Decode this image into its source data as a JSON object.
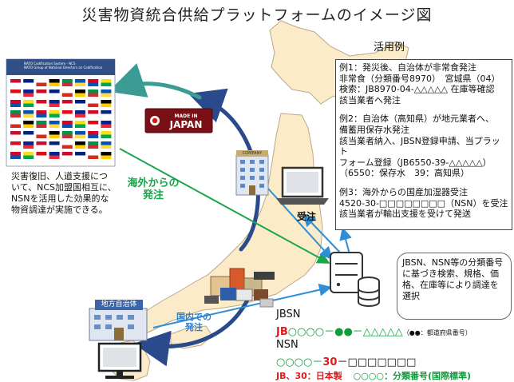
{
  "title": "災害物資統合供給プラットフォームのイメージ図",
  "usage": {
    "heading": "活用例",
    "examples": [
      "例1：発災後、自治体が非常食発注\n非常食（分類番号8970）　宮城県（04）\n検索：JB8970-04-△△△△△ 在庫等確認\n該当業者へ発注",
      "例2：自治体（高知県）が地元業者へ、\n備蓄用保存水発注\n該当業者納入、JBSN登録申請、当プラット\nフォーム登録（JB6550-39-△△△△△）\n（6550：保存水　39：高知県）",
      "例3：海外からの国産加湿器受注\n4520-30-□□□□□□□□（NSN）を受注\n該当業者が輸出支援を受けて発送"
    ]
  },
  "nato_panel": {
    "title": "NATO Codification System - NCS",
    "subtitle": "NATO Group of National Directors on Codification"
  },
  "made_in_japan": {
    "line1": "MADE IN",
    "line2": "JAPAN"
  },
  "company_sign": "COMPANY",
  "intl_note": "災害復旧、人道支援につ\nいて、NCS加盟国相互に、\nNSNを活用した効果的な\n物資調達が実施できる。",
  "label_overseas": "海外からの\n発注",
  "label_domestic": "国内での\n発注",
  "label_order_received": "受注",
  "local_gov_sign": "地方自治体",
  "bubble_text": "JBSN、NSN等の分類番号に基づき検索、規格、価格、在庫等により調達を選択",
  "codes": {
    "jbsn_label": "JBSN",
    "jbsn_prefix": "JB",
    "jbsn_body": "○○○○－●●－△△△△△",
    "jbsn_note": "（●●：都道府県番号）",
    "nsn_label": "NSN",
    "nsn_part1": "○○○○－",
    "nsn_part2": "30",
    "nsn_part3": "－□□□□□□□",
    "legend_red": "JB、30：日本製",
    "legend_green": "○○○○：分類番号(国際標準)"
  },
  "colors": {
    "map_fill": "#fcebc8",
    "map_stroke": "#b9a98a",
    "green_arrow": "#1aa64e",
    "teal_arrow": "#3d9b96",
    "blue_arrow": "#2f8fd6",
    "navy_arrow": "#2a4a8c",
    "red": "#e01b1b",
    "green_text": "#0f9d3c"
  },
  "icons": [
    "flag-sheet-icon",
    "made-in-japan-icon",
    "company-building-icon",
    "laptop-icon",
    "server-icon",
    "database-icon",
    "relief-goods-icon",
    "government-building-icon",
    "desktop-computer-icon"
  ]
}
